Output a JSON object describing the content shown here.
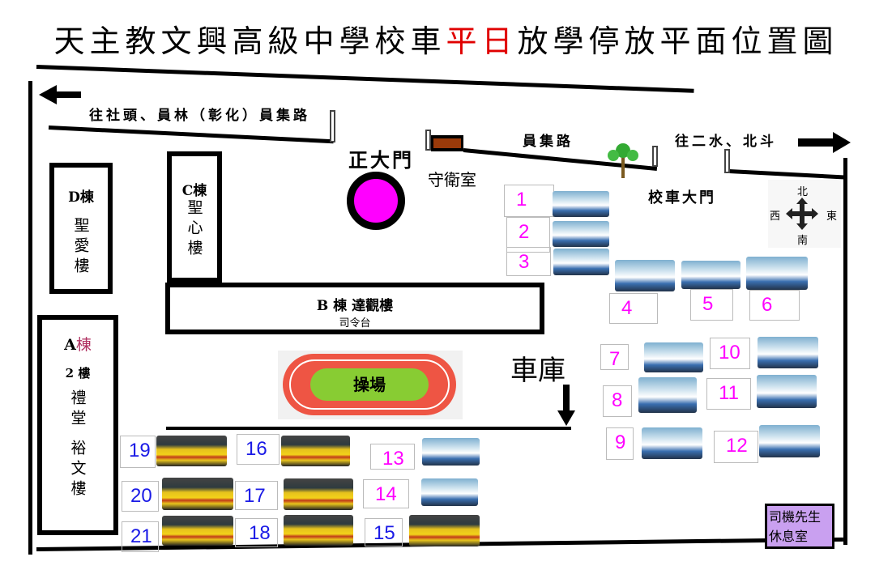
{
  "title": {
    "part1": "天主教文興高級中學校車",
    "part2": "平日",
    "part3": "放學停放平面位置圖"
  },
  "roads": {
    "west": "往社頭、員林（彰化）員集路",
    "middle": "員集路",
    "east": "往二水、北斗"
  },
  "gates": {
    "main": "正大門",
    "guard": "守衛室",
    "bus_gate": "校車大門"
  },
  "compass": {
    "north": "北",
    "south": "南",
    "west": "西",
    "east": "東"
  },
  "buildings": {
    "d": {
      "name": "D棟",
      "sub": "聖愛樓"
    },
    "c": {
      "name": "C棟",
      "sub": "聖心樓"
    },
    "b": {
      "name": "B 棟 達觀樓",
      "sub": "司令台"
    },
    "a": {
      "name_letter": "A",
      "name_char": "棟",
      "floor": "2 樓",
      "hall": "禮堂",
      "sub": "裕文樓"
    }
  },
  "track": "操場",
  "garage": "車庫",
  "driver_room": "司機先生休息室",
  "slots": [
    "1",
    "2",
    "3",
    "4",
    "5",
    "6",
    "7",
    "8",
    "9",
    "10",
    "11",
    "12",
    "13",
    "14",
    "15",
    "16",
    "17",
    "18",
    "19",
    "20",
    "21"
  ],
  "colors": {
    "highlight": "#e00000",
    "magenta": "#ff00ff",
    "blue": "#1a1ae6",
    "driver_room": "#c9a0f0"
  }
}
